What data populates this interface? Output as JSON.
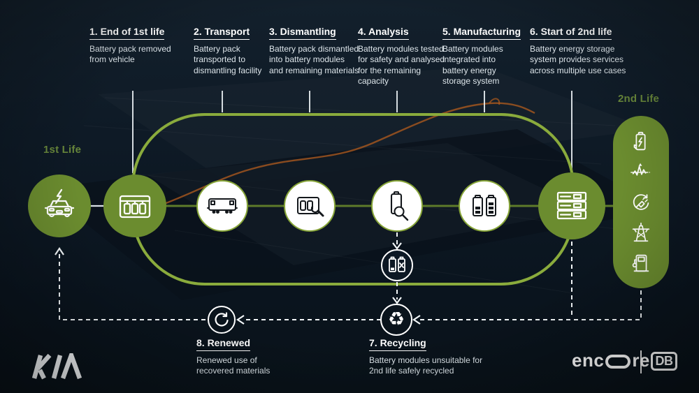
{
  "steps": [
    {
      "num_label": "1. End of 1st life",
      "desc": "Battery pack removed from vehicle"
    },
    {
      "num_label": "2. Transport",
      "desc": "Battery pack transported to dismantling facility"
    },
    {
      "num_label": "3. Dismantling",
      "desc": "Battery pack dismantled into battery modules and remaining materials"
    },
    {
      "num_label": "4. Analysis",
      "desc": "Battery modules tested for safety and analysed for the remaining capacity"
    },
    {
      "num_label": "5. Manufacturing",
      "desc": "Battery modules integrated into battery energy storage system"
    },
    {
      "num_label": "6. Start of 2nd life",
      "desc": "Battery energy storage system provides services across multiple use cases"
    }
  ],
  "bottom_steps": [
    {
      "num_label": "8. Renewed",
      "desc": "Renewed use of recovered materials"
    },
    {
      "num_label": "7. Recycling",
      "desc": "Battery modules unsuitable for 2nd life safely recycled"
    }
  ],
  "labels": {
    "first_life": "1st Life",
    "second_life": "2nd Life"
  },
  "logos": {
    "kia": "KIA",
    "encore_prefix": "enc",
    "encore_suffix": "re",
    "db": "DB"
  },
  "glyphs": {
    "recycle": "♻"
  },
  "icons": {
    "node_1st_life": "ev-car-charging-icon",
    "node_end_1st_life": "battery-pack-icon",
    "node_transport": "transport-truck-icon",
    "node_dismantling": "battery-wrench-icon",
    "node_analysis": "battery-magnifier-icon",
    "node_manufacturing": "battery-modules-icon",
    "node_storage": "energy-storage-rack-icon",
    "node_failed_modules": "failed-battery-icon",
    "node_renewed": "renew-arrow-icon",
    "node_recycling": "recycle-icon",
    "pill_1": "battery-recharge-icon",
    "pill_2": "frequency-regulation-icon",
    "pill_3": "plug-cycle-icon",
    "pill_4": "transmission-tower-icon",
    "pill_5": "ev-charger-icon"
  },
  "colors": {
    "olive_green": "#6b8c2f",
    "bright_green": "#8aab3c",
    "label_green": "#68873b",
    "background": "#0d1824",
    "white": "#ffffff",
    "orange_cable": "#b35c1d"
  }
}
